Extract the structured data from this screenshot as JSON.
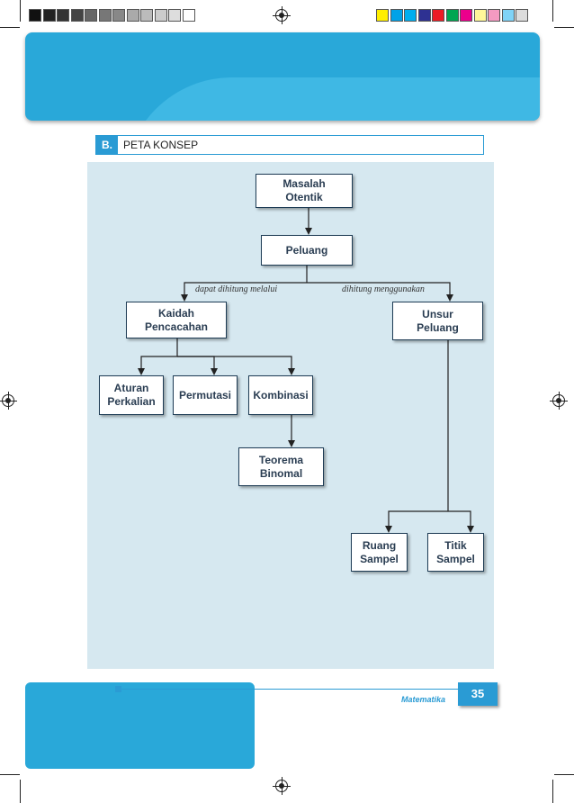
{
  "colors": {
    "accent": "#2a9bd4",
    "band": "#29a8d9",
    "panel": "#d6e8f0",
    "node_border": "#1e3c55",
    "node_text": "#2a3d52"
  },
  "color_bars": {
    "gray": [
      "#111111",
      "#222222",
      "#333333",
      "#444444",
      "#666666",
      "#777777",
      "#888888",
      "#aaaaaa",
      "#bbbbbb",
      "#cccccc",
      "#dddddd",
      "#ffffff"
    ],
    "process": [
      "#ffef00",
      "#00a2e8",
      "#00aeef",
      "#2e3192",
      "#ed1c24",
      "#00a651",
      "#ec008c",
      "#fff799",
      "#f49ac1",
      "#7fd3f7",
      "#dcdcdc"
    ]
  },
  "section": {
    "letter": "B.",
    "title": "PETA KONSEP"
  },
  "concept_map": {
    "nodes": {
      "masalah": "Masalah\nOtentik",
      "peluang": "Peluang",
      "kaidah": "Kaidah\nPencacahan",
      "unsur": "Unsur\nPeluang",
      "aturan": "Aturan\nPerkalian",
      "permutasi": "Permutasi",
      "kombinasi": "Kombinasi",
      "teorema": "Teorema\nBinomal",
      "ruang": "Ruang\nSampel",
      "titik": "Titik\nSampel"
    },
    "edge_labels": {
      "left": "dapat dihitung melalui",
      "right": "dihitung menggunakan"
    }
  },
  "footer": {
    "subject": "Matematika",
    "page_number": "35"
  }
}
